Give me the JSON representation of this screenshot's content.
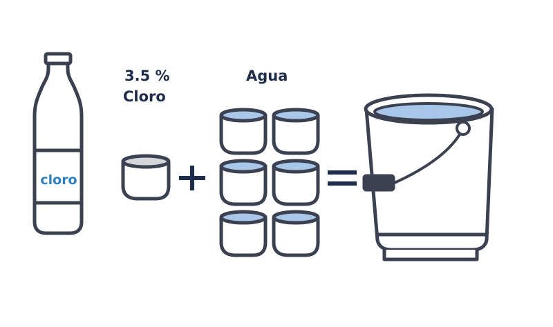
{
  "labels": {
    "concentration": "3.5 %",
    "chlorine": "Cloro",
    "water": "Agua",
    "bottle": "cloro"
  },
  "icons": {
    "bottle": "bottle-icon",
    "cup": "cup-icon",
    "bucket": "bucket-icon",
    "plus": "plus-icon",
    "equals": "equals-icon"
  },
  "colors": {
    "outline": "#3b4150",
    "water_fill": "#a9c7e8",
    "chlorine_fill": "#d4d6dc",
    "text_dark": "#1f2d4d",
    "bottle_text": "#2f7fc1"
  },
  "quantities": {
    "chlorine_cups": 1,
    "water_cups": 6
  }
}
